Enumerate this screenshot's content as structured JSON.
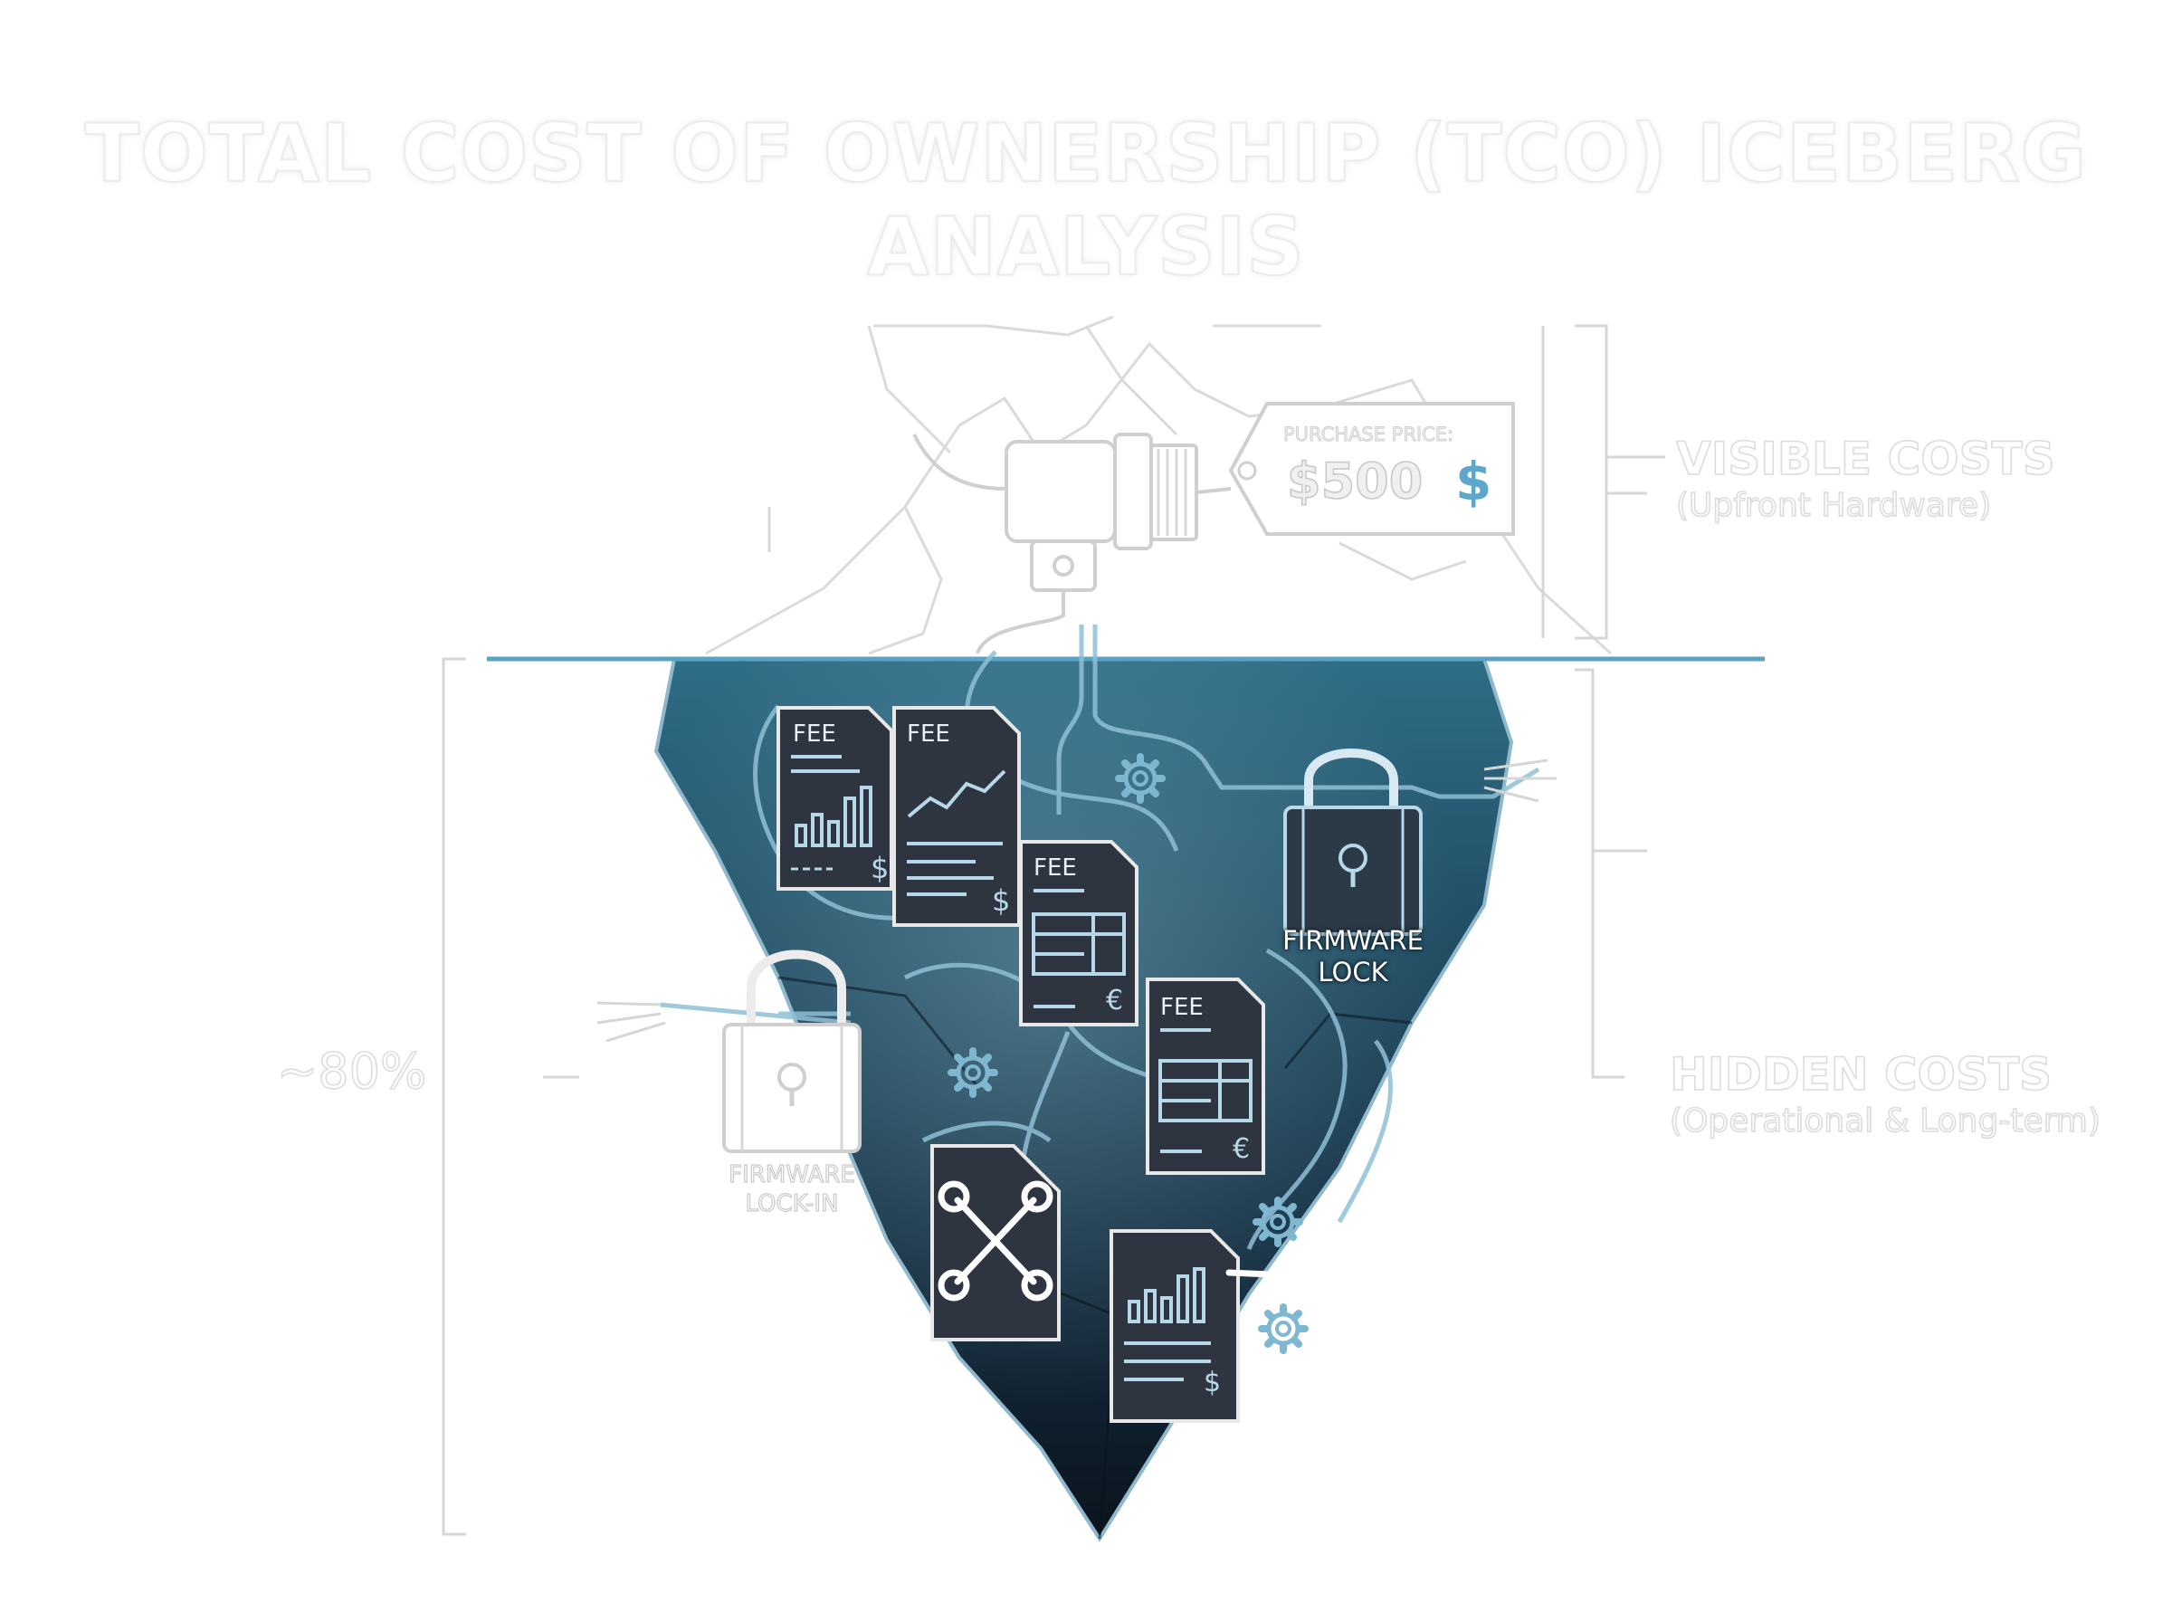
{
  "title": "TOTAL COST OF OWNERSHIP (TCO) ICEBERG ANALYSIS",
  "price_tag": {
    "label": "PURCHASE PRICE:",
    "amount": "$500",
    "icon": "dollar-icon",
    "icon_glyph": "$"
  },
  "visible_costs": {
    "heading": "VISIBLE COSTS",
    "subheading": "(Upfront Hardware)"
  },
  "hidden_costs": {
    "heading": "HIDDEN COSTS",
    "subheading": "(Operational & Long-term)",
    "share": "~80%"
  },
  "documents": [
    {
      "label": "FEE",
      "currency": "$",
      "icon": "bar-chart-icon"
    },
    {
      "label": "FEE",
      "currency": "$",
      "icon": "line-chart-icon"
    },
    {
      "label": "FEE",
      "currency": "€",
      "icon": "table-icon"
    },
    {
      "label": "FEE",
      "currency": "€",
      "icon": "table-icon"
    },
    {
      "label": "",
      "currency": "",
      "icon": "wrench-gear-icon"
    },
    {
      "label": "",
      "currency": "$",
      "icon": "bar-chart-icon"
    }
  ],
  "locks": [
    {
      "caption_line1": "FIRMWARE",
      "caption_line2": "LOCK",
      "icon": "padlock-icon"
    },
    {
      "caption_line1": "FIRMWARE",
      "caption_line2": "LOCK-IN",
      "icon": "padlock-icon"
    }
  ],
  "colors": {
    "iceberg_deep": "#0e1a24",
    "iceberg_mid": "#1f4a60",
    "iceberg_light": "#2f6d86",
    "waterline": "#5aa2c2",
    "accent": "#5ea7cc",
    "line_art": "#d6d6d6"
  }
}
